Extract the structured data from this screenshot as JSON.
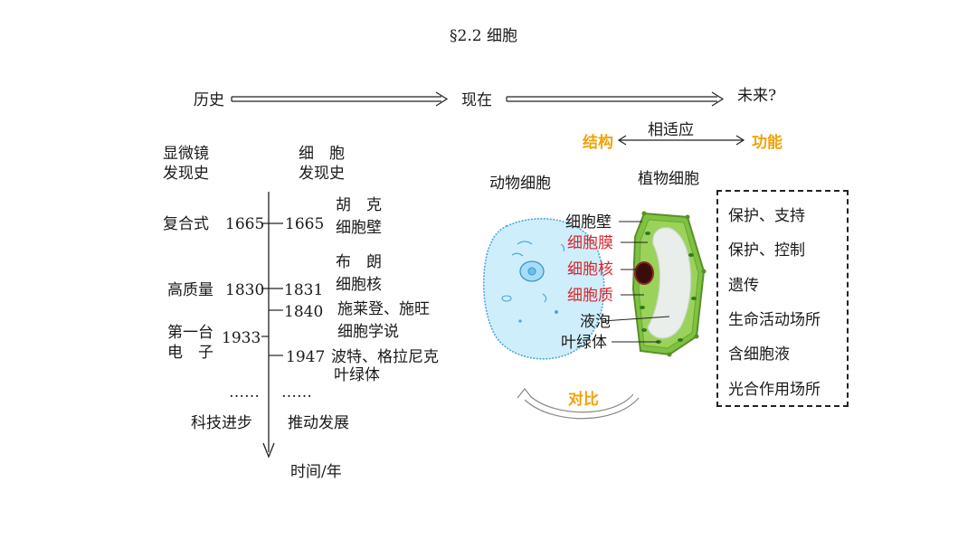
{
  "title": "§2.2 细胞",
  "timeline_arrows": {
    "history": "历史",
    "present": "现在",
    "future": "未来?"
  },
  "correspondence": {
    "structure": "结构",
    "adapt": "相适应",
    "function": "功能"
  },
  "columns": {
    "microscope_history": [
      "显微镜",
      "发现史"
    ],
    "cell_history": [
      "细　胞",
      "发现史"
    ]
  },
  "microscope_events": [
    {
      "name": "复合式",
      "year": "1665"
    },
    {
      "name": "高质量",
      "year": "1830"
    },
    {
      "name": [
        "第一台",
        "电　子"
      ],
      "year": "1933"
    }
  ],
  "cell_events": [
    {
      "year": "1665",
      "desc": [
        "胡　克",
        "细胞壁"
      ]
    },
    {
      "year": "1831",
      "desc": [
        "布　朗",
        "细胞核"
      ]
    },
    {
      "year": "1840",
      "desc": [
        "施莱登、施旺",
        "细胞学说"
      ]
    },
    {
      "year": "1947",
      "desc": [
        "波特、格拉尼克",
        "叶绿体"
      ]
    }
  ],
  "ellipsis_left": "……",
  "ellipsis_right": "……",
  "tech_progress": "科技进步",
  "drive_development": "推动发展",
  "time_axis_label": "时间/年",
  "animal_cell_label": "动物细胞",
  "plant_cell_label": "植物细胞",
  "cell_structures": [
    {
      "label": "细胞壁",
      "color": "#1a1a1a"
    },
    {
      "label": "细胞膜",
      "color": "#d9272e"
    },
    {
      "label": "细胞核",
      "color": "#d9272e"
    },
    {
      "label": "细胞质",
      "color": "#d9272e"
    },
    {
      "label": "液泡",
      "color": "#1a1a1a"
    },
    {
      "label": "叶绿体",
      "color": "#1a1a1a"
    }
  ],
  "compare_label": "对比",
  "functions": [
    "保护、支持",
    "保护、控制",
    "遗传",
    "生命活动场所",
    "含细胞液",
    "光合作用场所"
  ],
  "colors": {
    "highlight_red": "#d9272e",
    "highlight_gold": "#f0a30a",
    "animal_cell_blue": "#4aa8d8",
    "plant_cell_green": "#7fc241"
  }
}
